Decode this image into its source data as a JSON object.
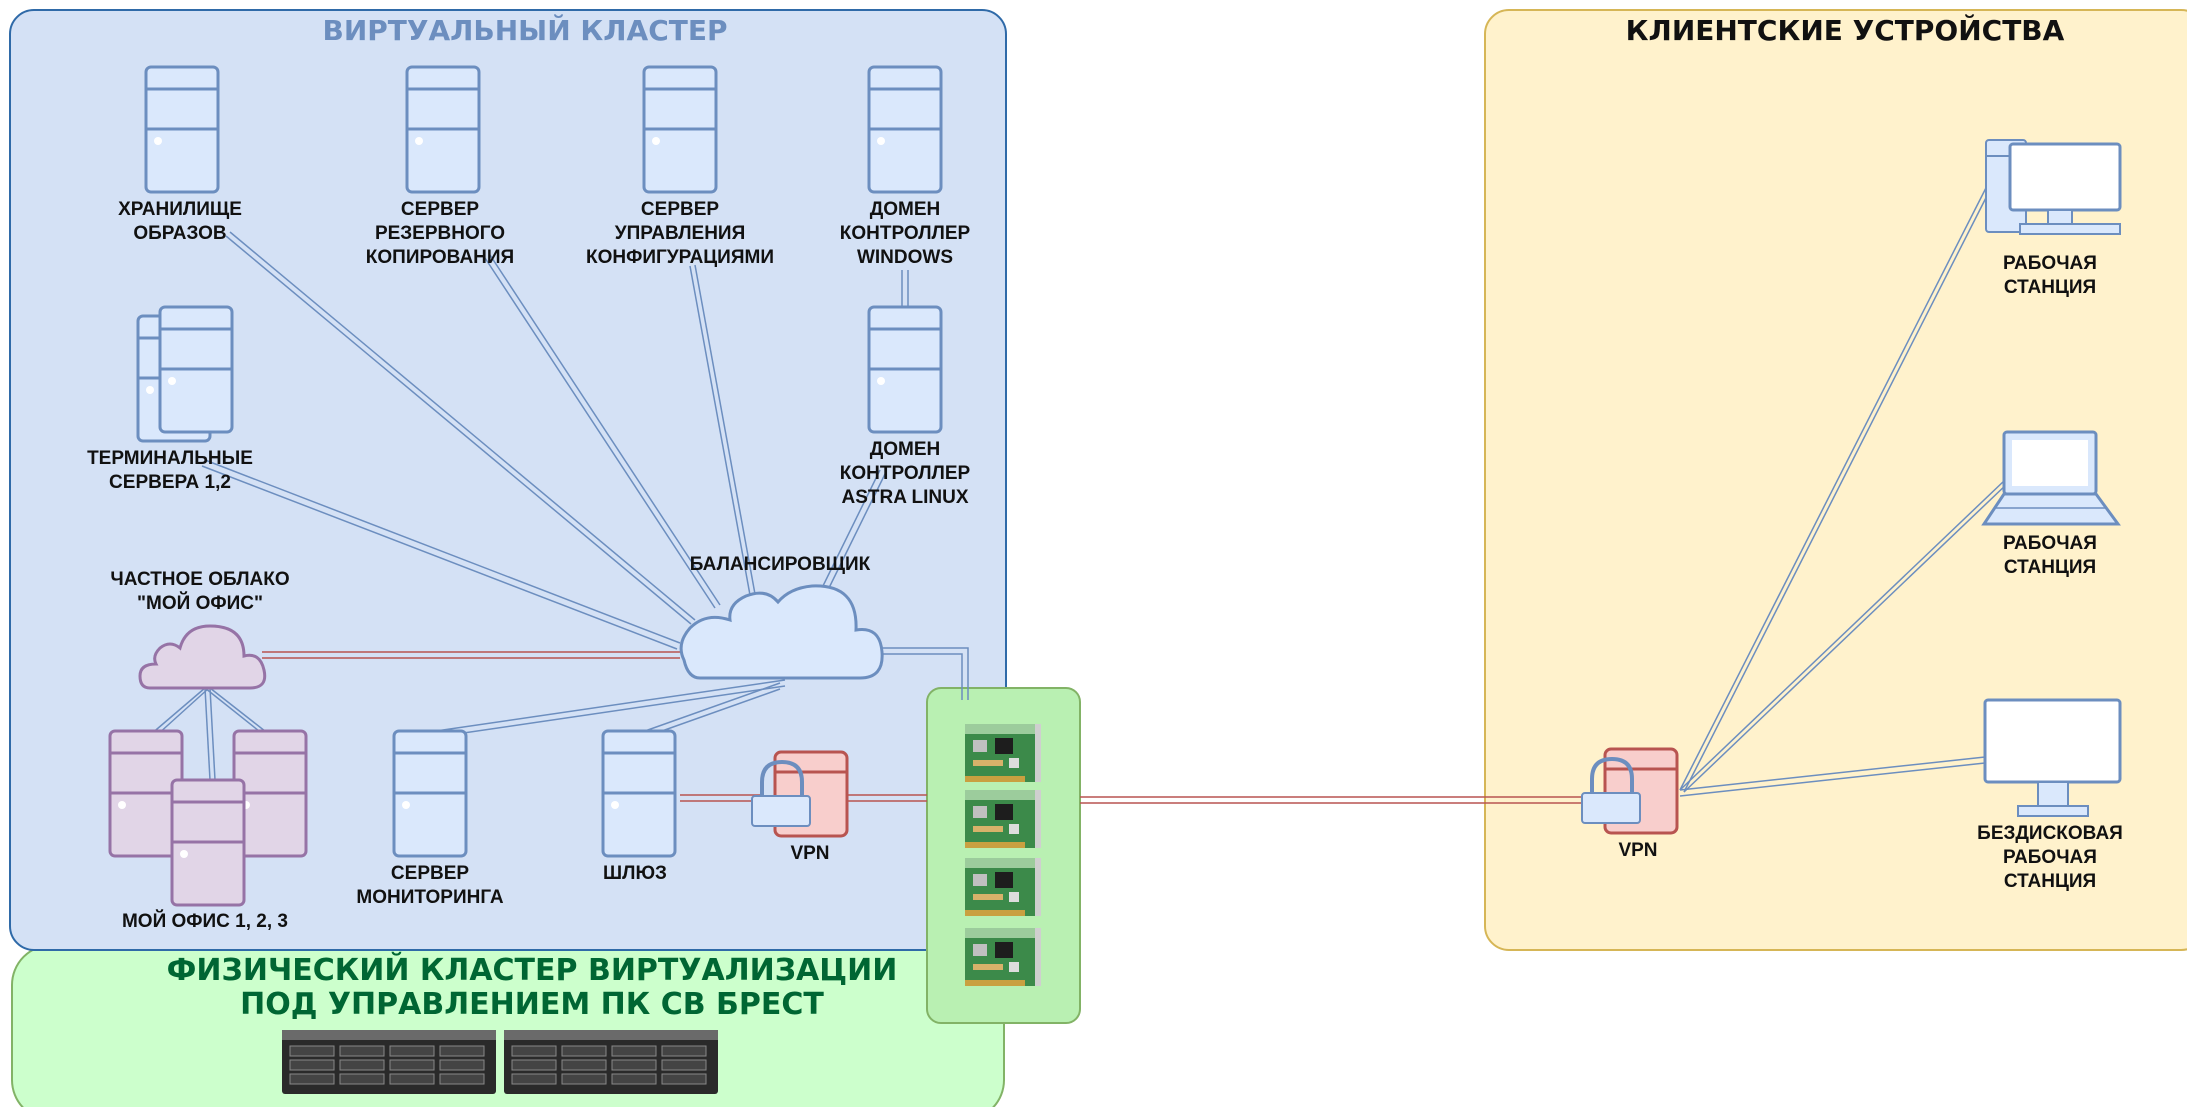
{
  "colors": {
    "virtual_bg": "#d4e1f5",
    "virtual_border": "#2f6aa8",
    "virtual_title": "#6c8ebf",
    "physical_bg": "#ccffcc",
    "physical_border": "#82b366",
    "physical_title": "#006633",
    "client_bg": "#fff2cc",
    "client_border": "#d6b656",
    "server_fill": "#dae8fc",
    "server_stroke": "#6c8ebf",
    "myoffice_fill": "#e1d5e7",
    "myoffice_stroke": "#9673a6",
    "vpn_fill": "#f8cecc",
    "vpn_stroke": "#b85450",
    "link_blue": "#6c8ebf",
    "link_red": "#b85450"
  },
  "virtual_cluster": {
    "title": "ВИРТУАЛЬНЫЙ КЛАСТЕР",
    "nodes": {
      "image_storage": "ХРАНИЛИЩЕ\nОБРАЗОВ",
      "backup_server": "СЕРВЕР\nРЕЗЕРВНОГО\nКОПИРОВАНИЯ",
      "config_server": "СЕРВЕР\nУПРАВЛЕНИЯ\nКОНФИГУРАЦИЯМИ",
      "dc_windows": "ДОМЕН\nКОНТРОЛЛЕР\nWINDOWS",
      "terminal_servers": "ТЕРМИНАЛЬНЫЕ\nСЕРВЕРА 1,2",
      "dc_astra": "ДОМЕН\nКОНТРОЛЛЕР\nASTRA LINUX",
      "private_cloud": "ЧАСТНОЕ ОБЛАКО\n\"МОЙ ОФИС\"",
      "balancer": "БАЛАНСИРОВЩИК",
      "my_office": "МОЙ ОФИС 1, 2, 3",
      "monitoring_server": "СЕРВЕР\nМОНИТОРИНГА",
      "gateway": "ШЛЮЗ",
      "vpn": "VPN"
    }
  },
  "physical_cluster": {
    "title": "ФИЗИЧЕСКИЙ КЛАСТЕР ВИРТУАЛИЗАЦИИ\nПОД УПРАВЛЕНИЕМ ПК СВ БРЕСТ"
  },
  "client_devices": {
    "title": "КЛИЕНТСКИЕ УСТРОЙСТВА",
    "nodes": {
      "workstation_desktop": "РАБОЧАЯ\nСТАНЦИЯ",
      "workstation_laptop": "РАБОЧАЯ\nСТАНЦИЯ",
      "diskless_workstation": "БЕЗДИСКОВАЯ\nРАБОЧАЯ\nСТАНЦИЯ",
      "vpn": "VPN"
    }
  }
}
